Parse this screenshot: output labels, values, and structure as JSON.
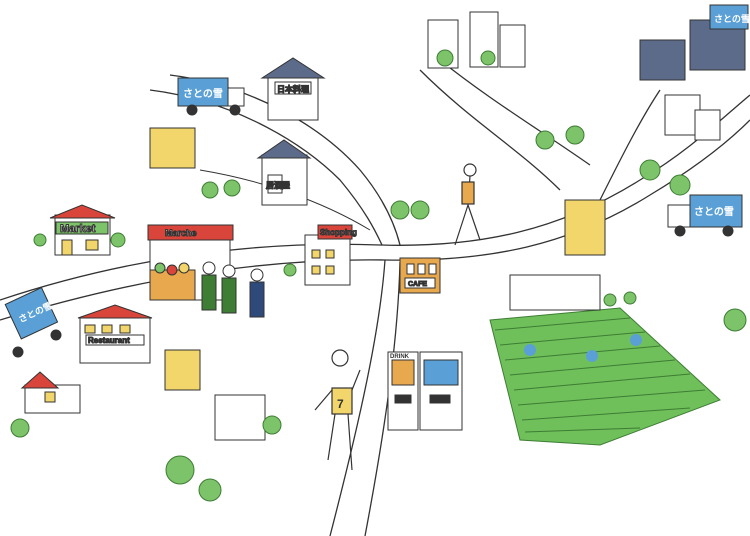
{
  "signs": {
    "market": "Market",
    "marche": "Marche",
    "shopping": "Shopping",
    "restaurant": "Restaurant",
    "cafe": "CAFE",
    "drink": "DRINK",
    "japanese_restaurant": "日本料理",
    "izakaya": "居酒屋",
    "brand": "さとの雪",
    "runner_number": "7"
  },
  "colors": {
    "brand_blue": "#5aa0d6",
    "tree_green": "#7cc36a",
    "field_green": "#6fbf5b",
    "roof_red": "#d9453a",
    "window_yellow": "#f2d56b",
    "line": "#333333"
  },
  "icons": [
    "truck-icon",
    "tree-icon",
    "house-icon",
    "person-icon",
    "vending-machine-icon",
    "tea-field-icon"
  ]
}
